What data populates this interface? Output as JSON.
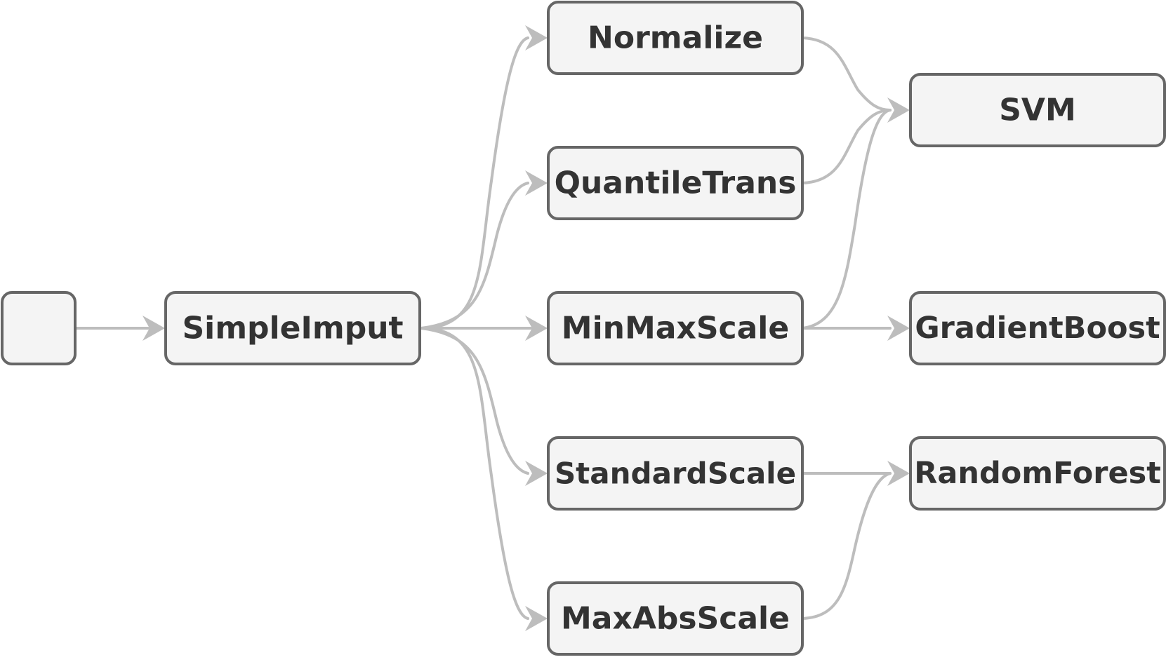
{
  "colors": {
    "node_fill": "#f4f4f4",
    "node_border": "#666666",
    "edge": "#bdbdbd",
    "text": "#333333"
  },
  "nodes": {
    "input": "",
    "simpleimput": "SimpleImput",
    "normalize": "Normalize",
    "quantiletrans": "QuantileTrans",
    "minmaxscale": "MinMaxScale",
    "standardscale": "StandardScale",
    "maxabsscale": "MaxAbsScale",
    "svm": "SVM",
    "gradientboost": "GradientBoost",
    "randomforest": "RandomForest"
  },
  "edges": [
    [
      "input",
      "simpleimput"
    ],
    [
      "simpleimput",
      "normalize"
    ],
    [
      "simpleimput",
      "quantiletrans"
    ],
    [
      "simpleimput",
      "minmaxscale"
    ],
    [
      "simpleimput",
      "standardscale"
    ],
    [
      "simpleimput",
      "maxabsscale"
    ],
    [
      "normalize",
      "svm"
    ],
    [
      "quantiletrans",
      "svm"
    ],
    [
      "minmaxscale",
      "svm"
    ],
    [
      "minmaxscale",
      "gradientboost"
    ],
    [
      "standardscale",
      "randomforest"
    ],
    [
      "maxabsscale",
      "randomforest"
    ]
  ]
}
